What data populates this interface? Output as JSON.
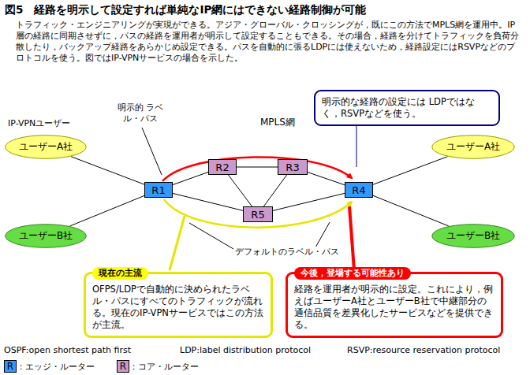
{
  "diagram": {
    "title": "図5　経路を明示して設定すれば単純なIP網にはできない経路制御が可能",
    "caption": "トラフィック・エンジニアリングが実現ができる。アジア・グローバル・クロッシングが，既にこの方法でMPLS網を運用中。IP層の経路に同期させずに，パスの経路を運用者が明示して設定することもできる。その場合，経路を分けてトラフィックを負荷分散したり，バックアップ経路をあらかじめ設定できる。パスを自動的に張るLDPには使えないため，経路設定にはRSVPなどのプロトコルを使う。図ではIP-VPNサービスの場合を示した。",
    "nodes": [
      {
        "text": [
          "MPLS網"
        ]
      },
      {
        "text": [
          "R2"
        ],
        "in": 0
      },
      {
        "text": [
          "R3"
        ],
        "in": 0
      },
      {
        "text": [
          "R5"
        ],
        "in": 0
      },
      {
        "text": [
          "R1"
        ]
      },
      {
        "text": [
          "R4"
        ]
      },
      {
        "text": [
          "ユーザーA社"
        ]
      },
      {
        "text": [
          "ユーザーB社"
        ]
      },
      {
        "text": [
          "ユーザーA社"
        ]
      },
      {
        "text": [
          "ユーザーB社"
        ]
      },
      {
        "text": [
          "明示的な経路の設定には LDPではなく，RSVPなどを使う。"
        ]
      },
      {
        "text": [
          "現在の主流",
          "OFPS/LDPで自動的に決められたラベル・パスにすべてのトラフィックが流れる。現在のIP-VPNサービスではこの方法が主流。"
        ]
      },
      {
        "text": [
          "今後，登場する可能性あり",
          "経路を運用者が明示的に設定。これにより，例えばユーザーA社とユーザーB社で中継部分の通信品質を差異化したサービスなどを提供できる。"
        ]
      }
    ],
    "edges": [
      {
        "from": 6,
        "to": 4,
        "arrow": "none"
      },
      {
        "from": 7,
        "to": 4,
        "arrow": "none"
      },
      {
        "from": 4,
        "to": 1,
        "arrow": "none"
      },
      {
        "from": 4,
        "to": 3,
        "arrow": "none"
      },
      {
        "from": 1,
        "to": 2,
        "arrow": "none"
      },
      {
        "from": 1,
        "to": 3,
        "arrow": "none"
      },
      {
        "from": 2,
        "to": 3,
        "arrow": "none"
      },
      {
        "from": 2,
        "to": 5,
        "arrow": "none"
      },
      {
        "from": 3,
        "to": 5,
        "arrow": "none"
      },
      {
        "from": 5,
        "to": 8,
        "arrow": "none"
      },
      {
        "from": 5,
        "to": 9,
        "arrow": "none"
      }
    ],
    "labels": [
      "IP-VPNユーザー",
      "明示的 ラベル・パス",
      "デフォルトのラベル・パス",
      "OSPF:open shortest path first",
      "LDP:label distribution protocol",
      "RSVP:resource reservation protocol",
      "R",
      "R"
    ],
    "legend": [
      {
        "text": "：エッジ・ルーター",
        "color": "#3399ff"
      },
      {
        "text": "：コア・ルーター",
        "color": "#cc99cc"
      }
    ]
  }
}
